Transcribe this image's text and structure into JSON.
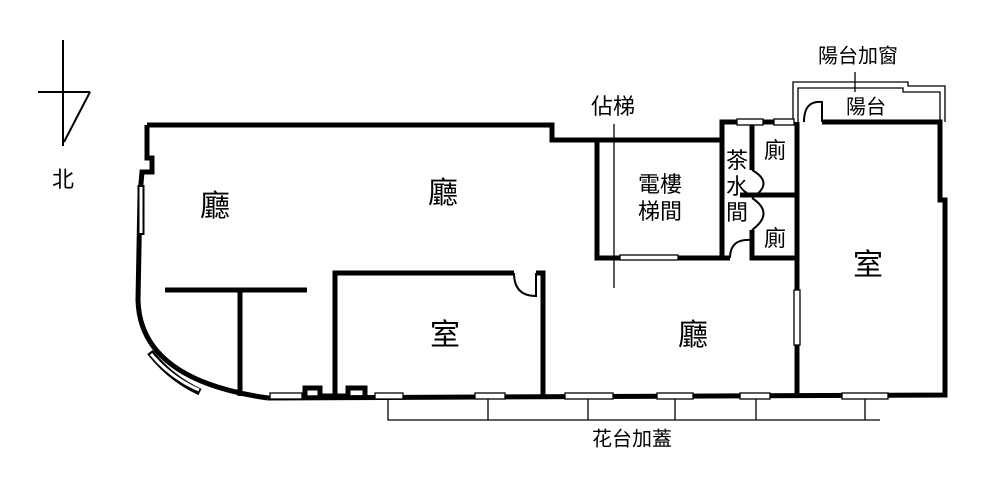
{
  "compass": {
    "label": "北"
  },
  "labels": {
    "hall_left": "廳",
    "hall_center": "廳",
    "hall_bottom": "廳",
    "room_center": "室",
    "room_right": "室",
    "elevator_line1": "電樓",
    "elevator_line2": "梯間",
    "occupied_stairs": "佔梯",
    "pantry_1": "茶",
    "pantry_2": "水",
    "pantry_3": "間",
    "toilet_top": "廁",
    "toilet_bottom": "廁",
    "balcony": "陽台",
    "balcony_window": "陽台加窗",
    "planter": "花台加蓋"
  }
}
